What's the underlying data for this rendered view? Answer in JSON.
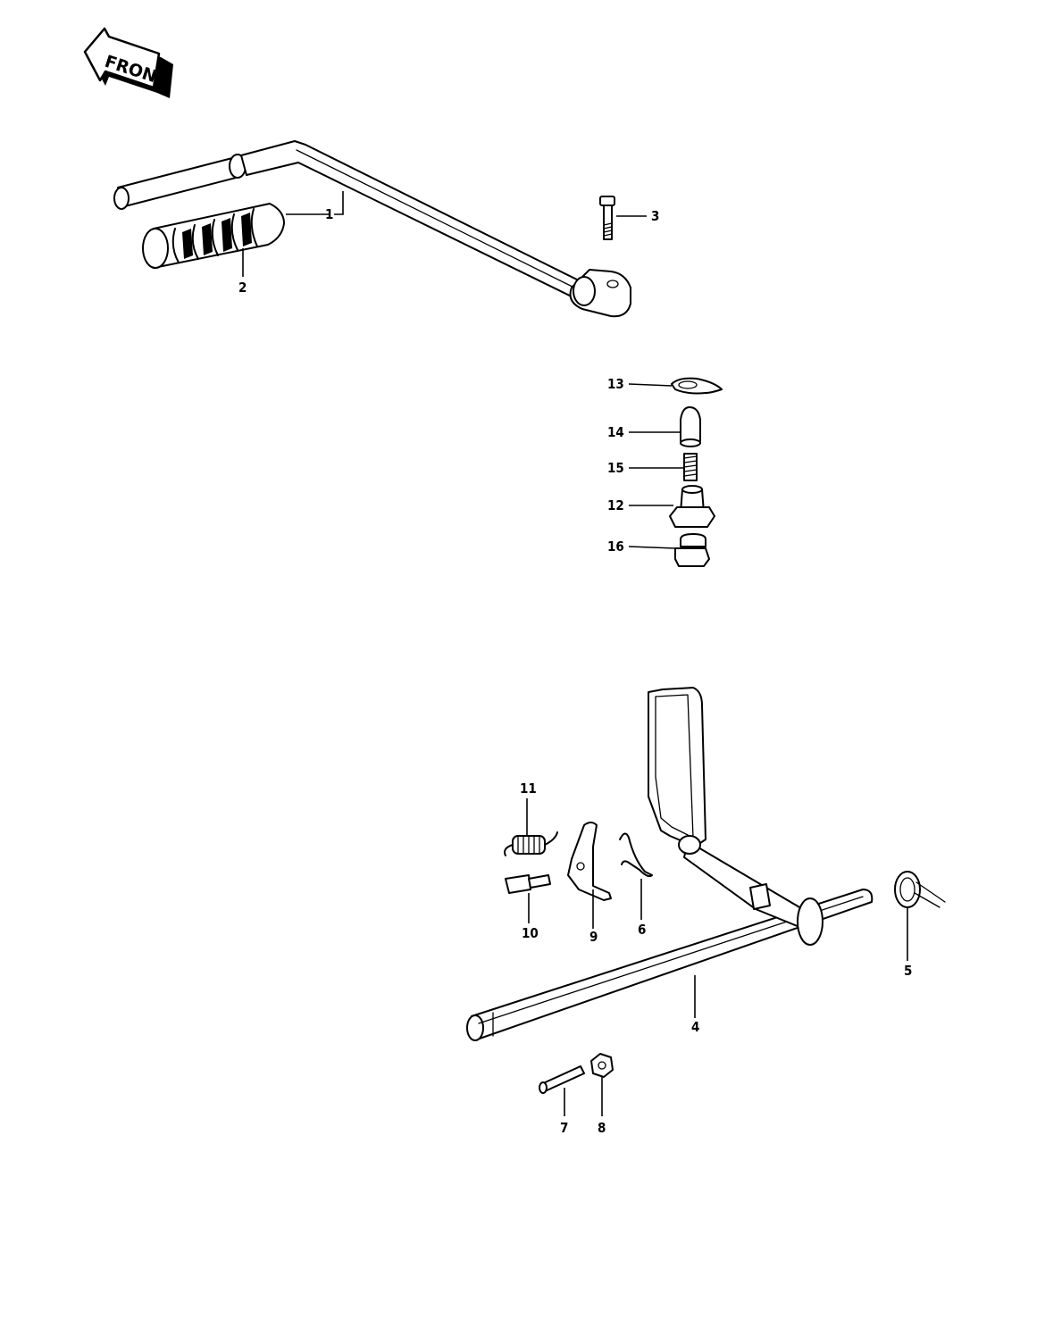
{
  "front_arrow": {
    "label": "FRONT"
  },
  "callouts": {
    "p1": "1",
    "p2": "2",
    "p3": "3",
    "p4": "4",
    "p5": "5",
    "p6": "6",
    "p7": "7",
    "p8": "8",
    "p9": "9",
    "p10": "10",
    "p11": "11",
    "p12": "12",
    "p13": "13",
    "p14": "14",
    "p15": "15",
    "p16": "16"
  }
}
